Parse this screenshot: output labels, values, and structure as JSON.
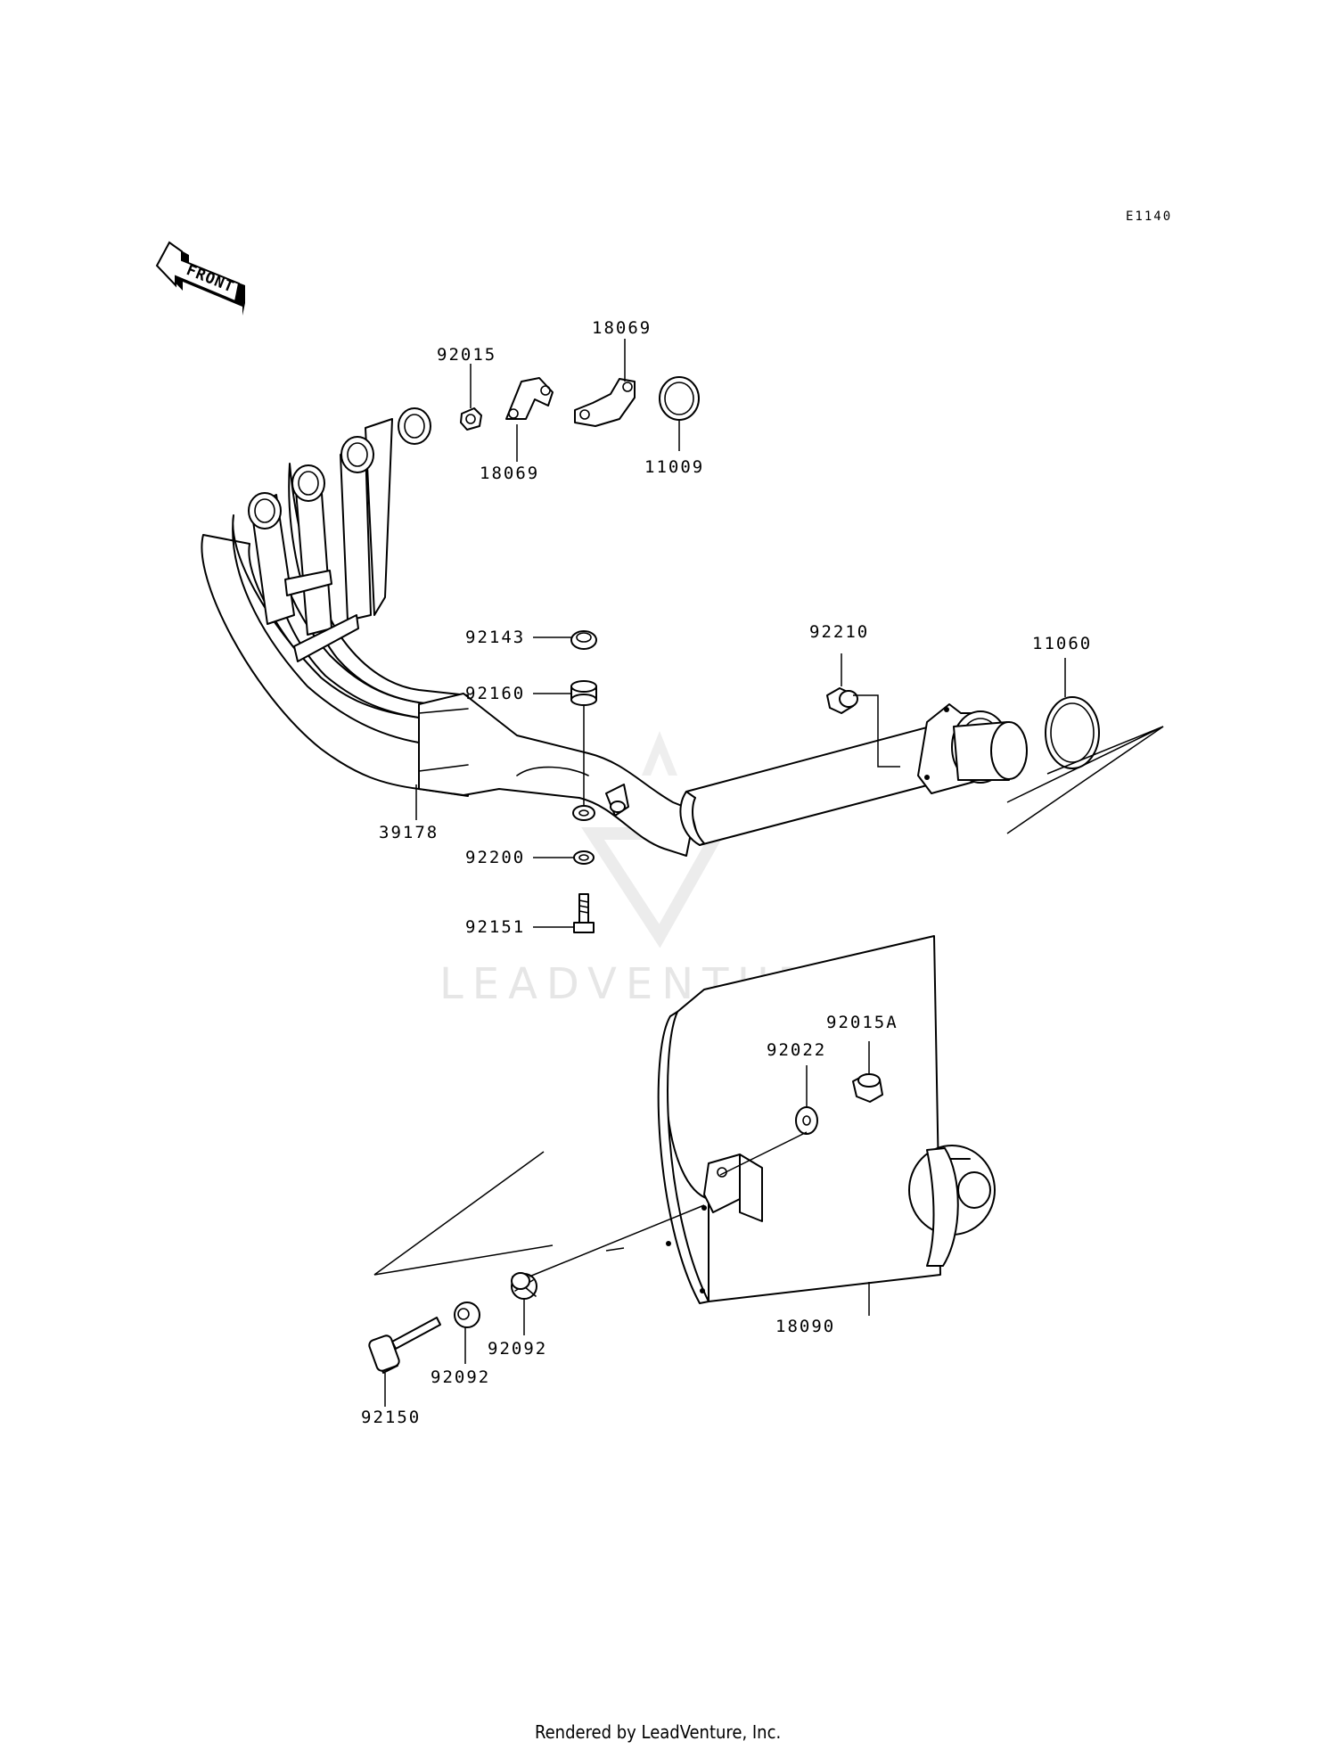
{
  "diagram": {
    "code": "E1140",
    "front_label": "FRONT",
    "watermark": "LEADVENTURE",
    "footer": "Rendered by LeadVenture, Inc."
  },
  "callouts": [
    {
      "id": "c-92015",
      "text": "92015"
    },
    {
      "id": "c-18069-top",
      "text": "18069"
    },
    {
      "id": "c-18069-bottom",
      "text": "18069"
    },
    {
      "id": "c-11009",
      "text": "11009"
    },
    {
      "id": "c-92143",
      "text": "92143"
    },
    {
      "id": "c-92160",
      "text": "92160"
    },
    {
      "id": "c-92210",
      "text": "92210"
    },
    {
      "id": "c-11060",
      "text": "11060"
    },
    {
      "id": "c-39178",
      "text": "39178"
    },
    {
      "id": "c-92200",
      "text": "92200"
    },
    {
      "id": "c-92151",
      "text": "92151"
    },
    {
      "id": "c-92015A",
      "text": "92015A"
    },
    {
      "id": "c-92022",
      "text": "92022"
    },
    {
      "id": "c-18090",
      "text": "18090"
    },
    {
      "id": "c-92092-right",
      "text": "92092"
    },
    {
      "id": "c-92092-left",
      "text": "92092"
    },
    {
      "id": "c-92150",
      "text": "92150"
    }
  ]
}
